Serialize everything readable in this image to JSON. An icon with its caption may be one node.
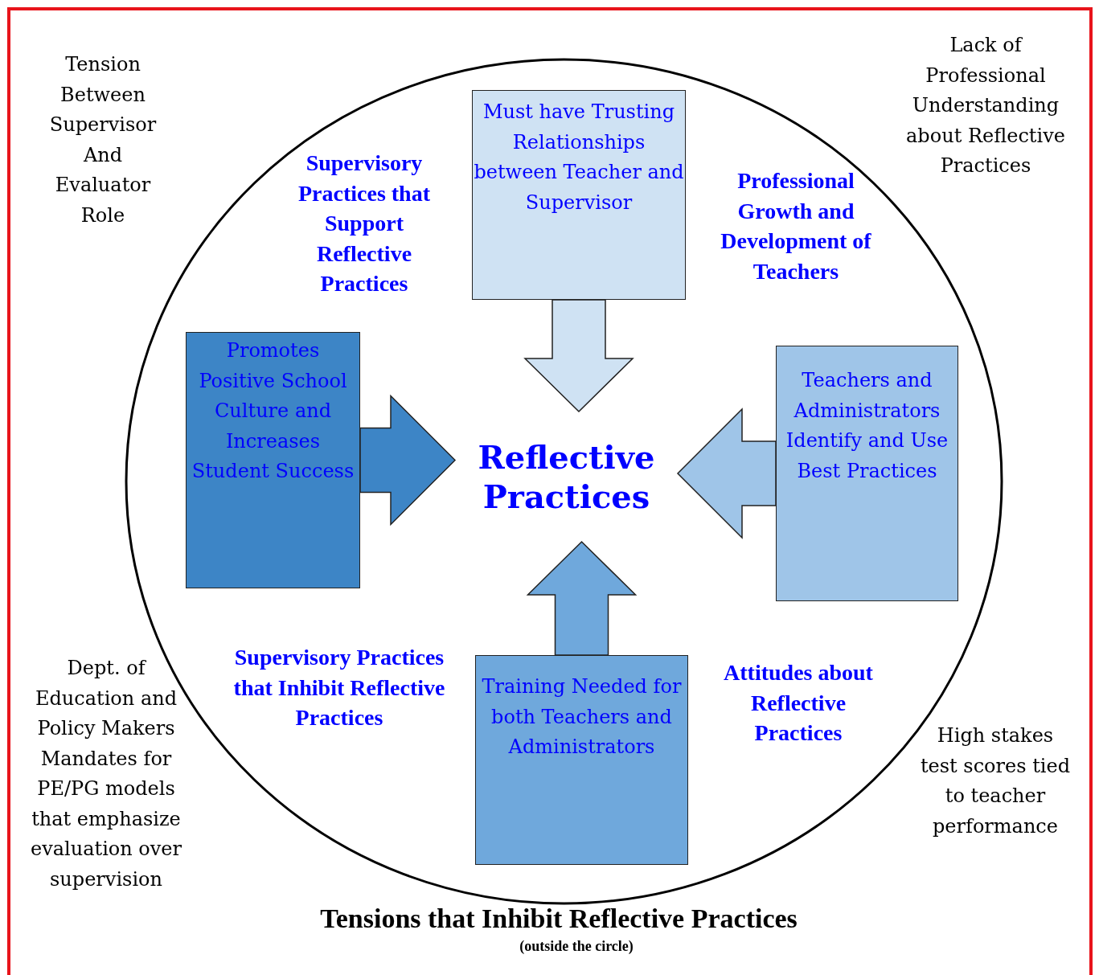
{
  "diagram": {
    "title": "Tensions that Inhibit Reflective Practices",
    "caption": "(outside the circle)",
    "nodes": [
      {
        "text": [],
        "shape": "circle"
      },
      {
        "text": [
          "Must have Trusting Relationships between Teacher and Supervisor"
        ],
        "in": 0
      },
      {
        "text": [
          "Promotes Positive School Culture and Increases Student Success"
        ],
        "in": 0
      },
      {
        "text": [
          "Teachers and Administrators Identify and Use Best Practices"
        ],
        "in": 0
      },
      {
        "text": [
          "Reflective Practices"
        ],
        "in": 0
      },
      {
        "text": [
          "Training Needed for both Teachers and Administrators"
        ],
        "in": 0
      }
    ],
    "edges": [
      {
        "from": 1,
        "to": 4,
        "arrow": "to"
      },
      {
        "from": 2,
        "to": 4,
        "arrow": "to"
      },
      {
        "from": 3,
        "to": 4,
        "arrow": "to"
      },
      {
        "from": 5,
        "to": 4,
        "arrow": "to"
      }
    ],
    "labels": [
      "Tension Between Supervisor And Evaluator Role",
      "Supervisory Practices that Support Reflective Practices",
      "Professional Growth and Development of Teachers",
      "Lack of Professional Understanding about Reflective Practices",
      "Supervisory Practices that Inhibit Reflective Practices",
      "Dept. of Education and Policy Makers Mandates for PE/PG models that emphasize evaluation over supervision",
      "Attitudes about Reflective Practices",
      "High stakes test scores tied to teacher performance"
    ]
  }
}
